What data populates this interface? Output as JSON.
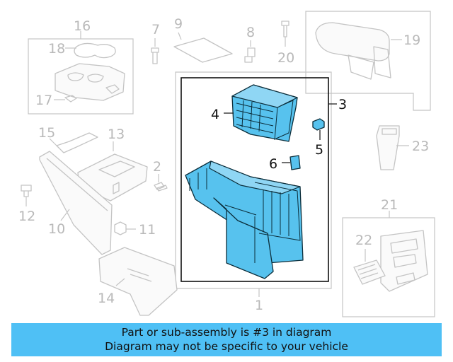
{
  "callouts": {
    "c1": "1",
    "c2": "2",
    "c3": "3",
    "c4": "4",
    "c5": "5",
    "c6": "6",
    "c7": "7",
    "c8": "8",
    "c9": "9",
    "c10": "10",
    "c11": "11",
    "c12": "12",
    "c13": "13",
    "c14": "14",
    "c15": "15",
    "c16": "16",
    "c17": "17",
    "c18": "18",
    "c19": "19",
    "c20": "20",
    "c21": "21",
    "c22": "22",
    "c23": "23"
  },
  "highlight": {
    "color": "#57c2ee"
  },
  "banner": {
    "line1": "Part or sub-assembly is #3 in diagram",
    "line2": "Diagram may not be specific to your vehicle",
    "color": "#4fc0f5"
  }
}
